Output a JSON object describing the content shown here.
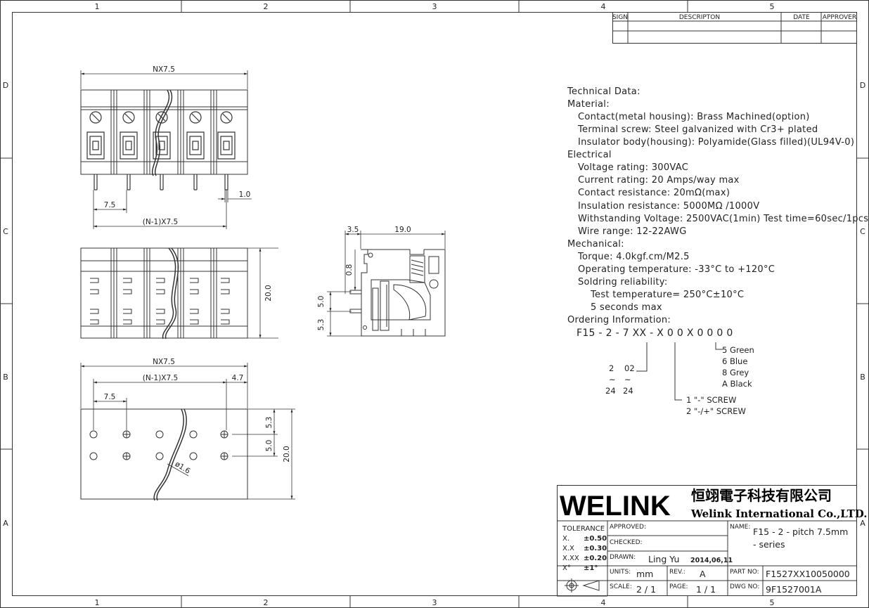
{
  "border": {
    "columns": [
      "1",
      "2",
      "3",
      "4",
      "5"
    ],
    "rows": [
      "D",
      "C",
      "B",
      "A"
    ]
  },
  "revision_block": {
    "headers": [
      "SIGN",
      "DESCRIPTON",
      "DATE",
      "APPROVER"
    ]
  },
  "tech": {
    "title": "Technical Data:",
    "material_heading": "Material:",
    "material": [
      "Contact(metal housing): Brass Machined(option)",
      "Terminal screw: Steel galvanized with Cr3+ plated",
      "Insulator body(housing): Polyamide(Glass filled)(UL94V-0)"
    ],
    "electrical_heading": "Electrical",
    "electrical": [
      "Voltage rating: 300VAC",
      "Current rating: 20 Amps/way max",
      "Contact resistance: 20mΩ(max)",
      "Insulation resistance: 5000MΩ /1000V",
      "Withstanding Voltage: 2500VAC(1min) Test time=60sec/1pcs",
      "Wire range: 12-22AWG"
    ],
    "mechanical_heading": "Mechanical:",
    "mechanical": [
      "Torque: 4.0kgf.cm/M2.5",
      "Operating temperature: -33°C to +120°C",
      "Soldring reliability:"
    ],
    "soldering": [
      "Test temperature= 250°C±10°C",
      "5 seconds max"
    ],
    "ordering_heading": "Ordering Information:",
    "ordering_code": "F15 - 2 - 7 XX - X 0  0 X  0 0 0 0",
    "poles": {
      "a": "2",
      "b": "02",
      "tilde": "~",
      "c": "24",
      "d": "24"
    },
    "colors": [
      "5  Green",
      "6  Blue",
      "8  Grey",
      "A  Black"
    ],
    "screws": [
      "1   \"-\" SCREW",
      "2   \"-/+\" SCREW"
    ]
  },
  "dims": {
    "top_nx": "NX7.5",
    "top_pitch": "7.5",
    "top_n1": "(N-1)X7.5",
    "top_pin": "1.0",
    "mid_h": "20.0",
    "side_a": "3.5",
    "side_b": "19.0",
    "side_c": "0.8",
    "side_d": "5.0",
    "side_e": "5.3",
    "bot_nx": "NX7.5",
    "bot_n1": "(N-1)X7.5",
    "bot_edge": "4.7",
    "bot_pitch": "7.5",
    "bot_r1": "5.3",
    "bot_r2": "5.0",
    "bot_h": "20.0",
    "bot_hole": "ø1.6"
  },
  "title_block": {
    "logo": "WELINK",
    "company_cn": "恒翊電子科技有限公司",
    "company_en": "Welink International Co.,LTD.",
    "tolerance_label": "TOLERANCE",
    "tolerances": [
      {
        "k": "X.",
        "v": "±0.50"
      },
      {
        "k": "X.X",
        "v": "±0.30"
      },
      {
        "k": "X.XX",
        "v": "±0.20"
      },
      {
        "k": "X°",
        "v": "±1°"
      }
    ],
    "approved_label": "APPROVED:",
    "checked_label": "CHECKED:",
    "drawn_label": "DRAWN:",
    "drawn_by": "Ling Yu",
    "drawn_date": "2014,06,11",
    "units_label": "UNITS:",
    "units": "mm",
    "rev_label": "REV.:",
    "rev": "A",
    "scale_label": "SCALE:",
    "scale": "2 / 1",
    "page_label": "PAGE:",
    "page": "1 / 1",
    "name_label": "NAME:",
    "name_line1": "F15 - 2 - pitch 7.5mm",
    "name_line2": "- series",
    "part_label": "PART NO:",
    "part_no": "F1527XX10050000",
    "dwg_label": "DWG NO:",
    "dwg_no": "9F1527001A"
  }
}
